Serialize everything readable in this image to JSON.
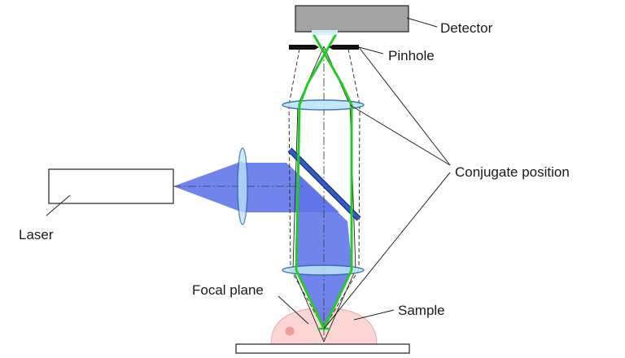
{
  "labels": {
    "detector": "Detector",
    "pinhole": "Pinhole",
    "conjugate_position": "Conjugate position",
    "laser": "Laser",
    "focal_plane": "Focal plane",
    "sample": "Sample"
  },
  "colors": {
    "laser_beam": "#5c73e8",
    "detected_light": "#22cc22",
    "lens_fill": "#bfe4f7",
    "lens_stroke": "#2a6bb0",
    "dichroic": "#2f5cc8",
    "detector_fill": "#a3a3a3",
    "sample_fill": "#fbd6d4",
    "sample_dot": "#f29a9a"
  }
}
